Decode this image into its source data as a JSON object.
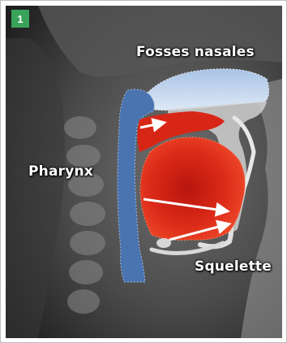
{
  "figure": {
    "number": "1",
    "labels": {
      "nasal": "Fosses nasales",
      "pharynx": "Pharynx",
      "skeleton": "Squelette"
    }
  },
  "colors": {
    "badge": "#3aa35a",
    "nasal_cavity": "#c6d8ee",
    "pharynx": "#4a74b0",
    "tongue": "#e02a1a",
    "arrows": "#ffffff"
  }
}
